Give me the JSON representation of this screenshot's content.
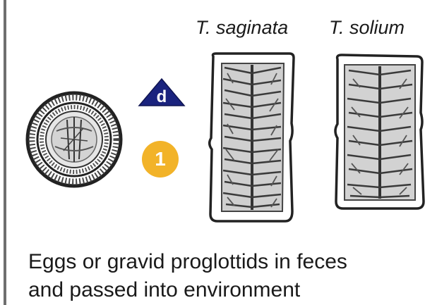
{
  "species": {
    "left": "T. saginata",
    "right": "T. solium"
  },
  "markers": {
    "triangle": "d",
    "circle": "1"
  },
  "caption": {
    "line1": "Eggs or gravid proglottids in feces",
    "line2": "and passed into environment"
  },
  "colors": {
    "triangle_fill": "#1a237e",
    "circle_fill": "#f2b329",
    "stroke": "#2a2a2a"
  }
}
